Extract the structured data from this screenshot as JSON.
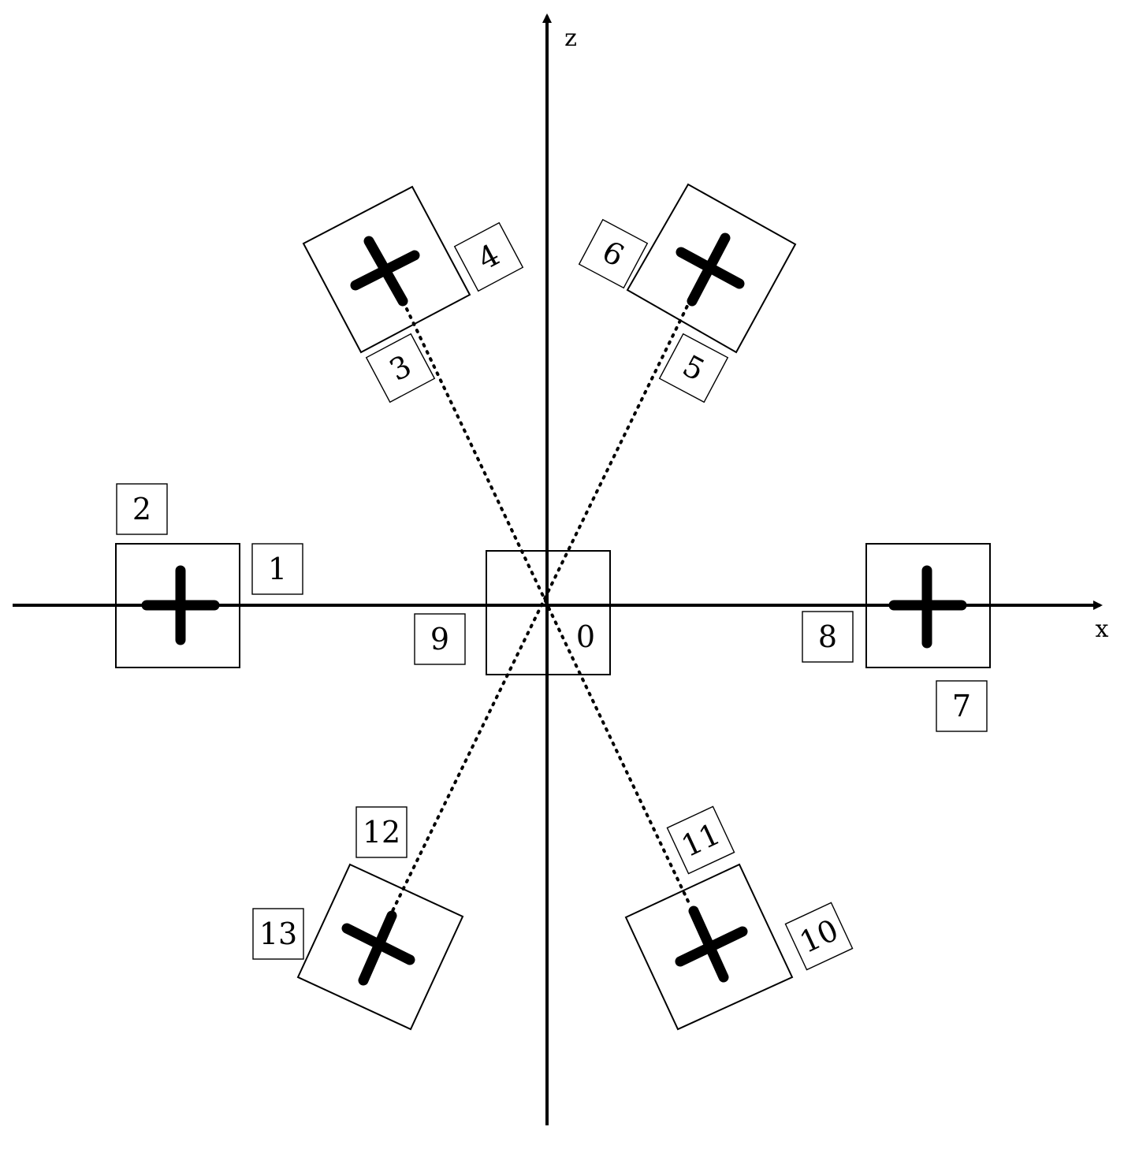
{
  "axes": {
    "x_label": "x",
    "z_label": "z"
  },
  "labels": {
    "l0": "0",
    "l1": "1",
    "l2": "2",
    "l3": "3",
    "l4": "4",
    "l5": "5",
    "l6": "6",
    "l7": "7",
    "l8": "8",
    "l9": "9",
    "l10": "10",
    "l11": "11",
    "l12": "12",
    "l13": "13"
  }
}
